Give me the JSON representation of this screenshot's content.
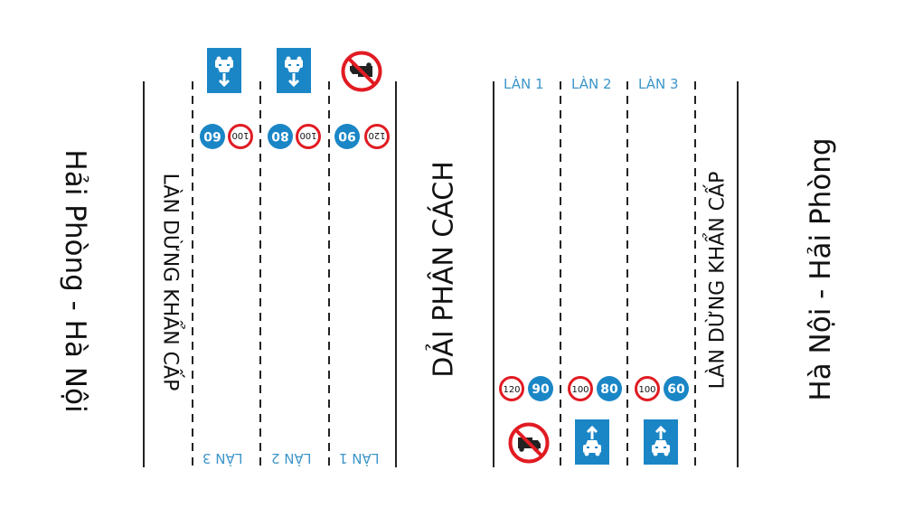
{
  "directions": {
    "left": "Hải Phòng - Hà Nội",
    "right": "Hà Nội - Hải Phòng"
  },
  "emergency_lane_label": "LÀN DỪNG KHẨN CẤP",
  "median_label": "DẢI PHÂN CÁCH",
  "left_carriageway": {
    "lanes": [
      {
        "label": "LÀN 3",
        "min_speed": "60",
        "max_speed": "100",
        "sign": "car-only-lane-icon"
      },
      {
        "label": "LÀN 2",
        "min_speed": "80",
        "max_speed": "100",
        "sign": "car-only-lane-icon"
      },
      {
        "label": "LÀN 1",
        "min_speed": "90",
        "max_speed": "120",
        "sign": "no-trucks-icon"
      }
    ]
  },
  "right_carriageway": {
    "lanes": [
      {
        "label": "LÀN 1",
        "min_speed": "90",
        "max_speed": "120",
        "sign": "no-trucks-icon"
      },
      {
        "label": "LÀN 2",
        "min_speed": "80",
        "max_speed": "100",
        "sign": "car-only-lane-icon"
      },
      {
        "label": "LÀN 3",
        "min_speed": "60",
        "max_speed": "100",
        "sign": "car-only-lane-icon"
      }
    ]
  },
  "colors": {
    "sign_blue": "#1a86c6",
    "sign_red": "#e11b22",
    "lane_label": "#3c95c9",
    "line": "#222222"
  }
}
